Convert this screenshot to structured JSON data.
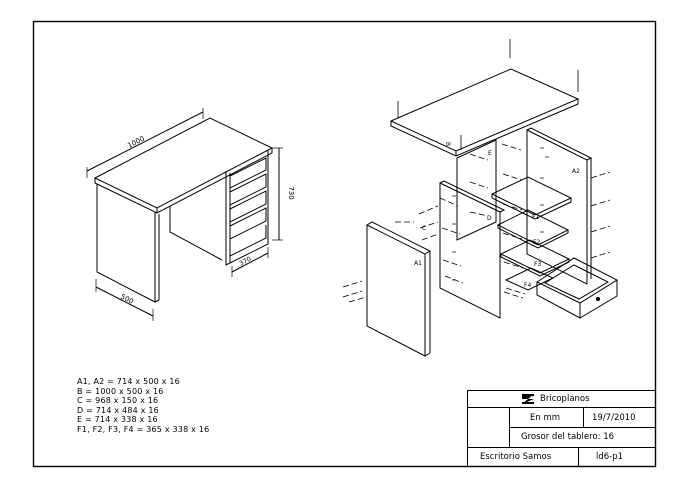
{
  "drawing": {
    "title_block": {
      "company": "Bricoplanos",
      "units": "En mm",
      "date": "19/7/2010",
      "board_thickness": "Grosor del tablero: 16",
      "project_name": "Escritorio Samos",
      "drawing_id": "ld6-p1"
    },
    "parts_list": [
      "A1, A2 = 714 x 500 x 16",
      "B = 1000 x 500 x 16",
      "C = 968 x 150 x 16",
      "D = 714 x 484 x 16",
      "E = 714 x 338 x 16",
      "F1, F2, F3, F4 = 365 x 338 x 16"
    ],
    "dimensions": {
      "width": "1000",
      "height": "730",
      "depth": "500",
      "drawer_width": "370"
    },
    "part_labels": {
      "a1": "A1",
      "a2": "A2",
      "b": "B",
      "c": "C",
      "d": "D",
      "e": "E",
      "f1": "F1",
      "f2": "F2",
      "f3": "F3",
      "f4": "F4"
    },
    "colors": {
      "line": "#000000",
      "background": "#ffffff"
    }
  }
}
